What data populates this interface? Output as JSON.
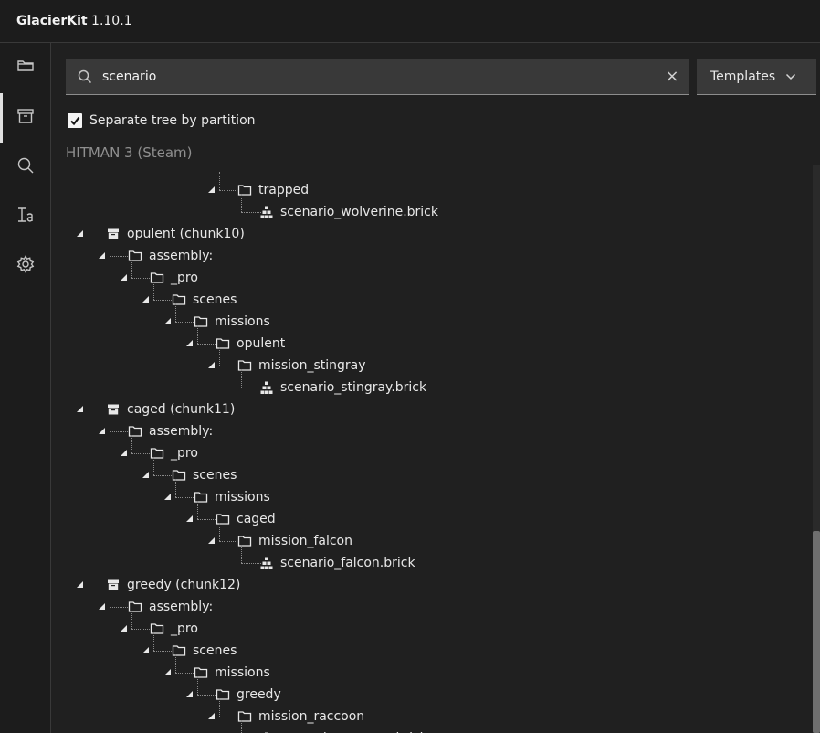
{
  "app": {
    "name": "GlacierKit",
    "version": "1.10.1"
  },
  "sidebar": {
    "items": [
      {
        "name": "files",
        "icon": "folder-icon",
        "active": false
      },
      {
        "name": "archive",
        "icon": "archive-icon",
        "active": true
      },
      {
        "name": "search",
        "icon": "search-icon",
        "active": false
      },
      {
        "name": "text",
        "icon": "text-style-icon",
        "active": false
      },
      {
        "name": "settings",
        "icon": "gear-icon",
        "active": false
      }
    ]
  },
  "search": {
    "value": "scenario",
    "placeholder": ""
  },
  "templates": {
    "label": "Templates"
  },
  "options": {
    "separate_label": "Separate tree by partition",
    "separate_checked": true
  },
  "partition": {
    "label": "HITMAN 3 (Steam)"
  },
  "tree": {
    "nodes": [
      {
        "label": "trapped",
        "depth": 6,
        "type": "folder",
        "expanded": true
      },
      {
        "label": "scenario_wolverine.brick",
        "depth": 7,
        "type": "brick"
      },
      {
        "label": "opulent (chunk10)",
        "depth": 0,
        "type": "chunk",
        "expanded": true
      },
      {
        "label": "assembly:",
        "depth": 1,
        "type": "folder",
        "expanded": true
      },
      {
        "label": "_pro",
        "depth": 2,
        "type": "folder",
        "expanded": true
      },
      {
        "label": "scenes",
        "depth": 3,
        "type": "folder",
        "expanded": true
      },
      {
        "label": "missions",
        "depth": 4,
        "type": "folder",
        "expanded": true
      },
      {
        "label": "opulent",
        "depth": 5,
        "type": "folder",
        "expanded": true
      },
      {
        "label": "mission_stingray",
        "depth": 6,
        "type": "folder",
        "expanded": true
      },
      {
        "label": "scenario_stingray.brick",
        "depth": 7,
        "type": "brick"
      },
      {
        "label": "caged (chunk11)",
        "depth": 0,
        "type": "chunk",
        "expanded": true
      },
      {
        "label": "assembly:",
        "depth": 1,
        "type": "folder",
        "expanded": true
      },
      {
        "label": "_pro",
        "depth": 2,
        "type": "folder",
        "expanded": true
      },
      {
        "label": "scenes",
        "depth": 3,
        "type": "folder",
        "expanded": true
      },
      {
        "label": "missions",
        "depth": 4,
        "type": "folder",
        "expanded": true
      },
      {
        "label": "caged",
        "depth": 5,
        "type": "folder",
        "expanded": true
      },
      {
        "label": "mission_falcon",
        "depth": 6,
        "type": "folder",
        "expanded": true
      },
      {
        "label": "scenario_falcon.brick",
        "depth": 7,
        "type": "brick"
      },
      {
        "label": "greedy (chunk12)",
        "depth": 0,
        "type": "chunk",
        "expanded": true
      },
      {
        "label": "assembly:",
        "depth": 1,
        "type": "folder",
        "expanded": true
      },
      {
        "label": "_pro",
        "depth": 2,
        "type": "folder",
        "expanded": true
      },
      {
        "label": "scenes",
        "depth": 3,
        "type": "folder",
        "expanded": true
      },
      {
        "label": "missions",
        "depth": 4,
        "type": "folder",
        "expanded": true
      },
      {
        "label": "greedy",
        "depth": 5,
        "type": "folder",
        "expanded": true
      },
      {
        "label": "mission_raccoon",
        "depth": 6,
        "type": "folder",
        "expanded": true
      },
      {
        "label": "scenario_raccoon.brick",
        "depth": 7,
        "type": "brick"
      }
    ]
  },
  "colors": {
    "background": "#202020",
    "panel": "#393939",
    "text": "#e8e8e8",
    "muted": "#8f8f8f"
  }
}
